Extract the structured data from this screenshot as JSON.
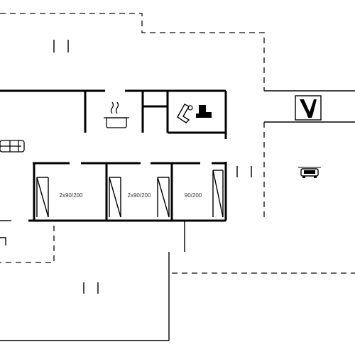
{
  "plan": {
    "rooms": [
      {
        "id": "bedroom-1",
        "label": "2x90/200"
      },
      {
        "id": "bedroom-2",
        "label": "2x90/200"
      },
      {
        "id": "bedroom-3",
        "label": "90/200"
      }
    ],
    "icons": [
      "stove-icon",
      "toilet-icon",
      "shower-icon",
      "sofa-icon",
      "car-icon",
      "wine-glasses-icon"
    ],
    "colors": {
      "wall": "#000000",
      "background": "#ffffff",
      "dashed": "#333333"
    }
  }
}
